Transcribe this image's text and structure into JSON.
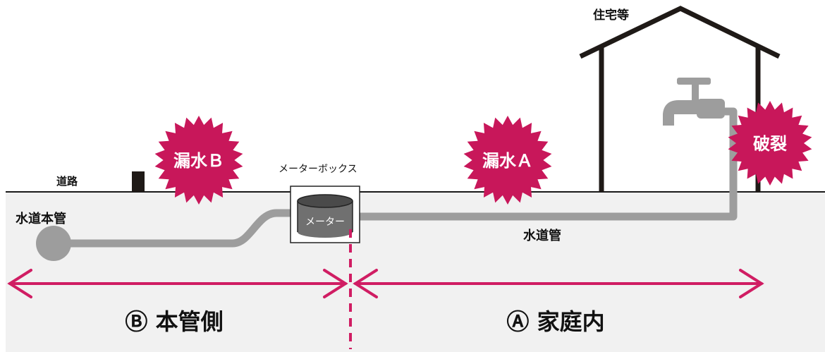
{
  "labels": {
    "house": "住宅等",
    "road": "道路",
    "main_pipe": "水道本管",
    "meter_box": "メーターボックス",
    "meter": "メーター",
    "water_pipe": "水道管"
  },
  "bursts": {
    "leak_b": "漏水Ｂ",
    "leak_a": "漏水Ａ",
    "rupture": "破裂"
  },
  "sides": {
    "main_side": "Ⓑ 本管側",
    "home_side": "Ⓐ 家庭内"
  },
  "colors": {
    "burst": "#c8175a",
    "arrow": "#d01d63",
    "pipe": "#9d9d9d",
    "ground": "#f1f1f1"
  }
}
